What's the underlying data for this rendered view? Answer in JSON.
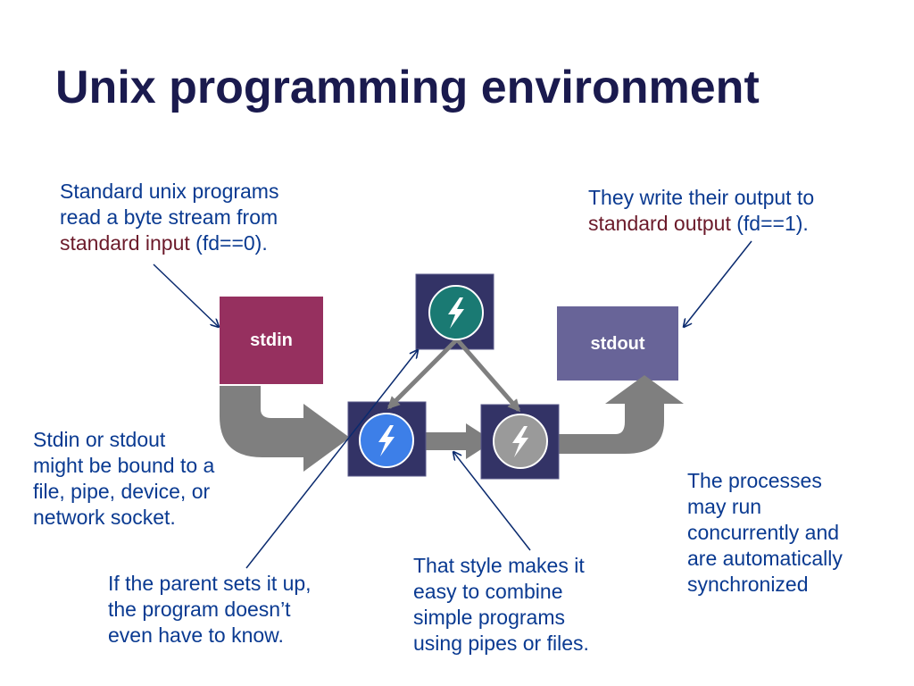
{
  "title": "Unix programming environment",
  "notes": {
    "stdin_note": {
      "line1": "Standard unix programs",
      "line2": "read a byte stream from",
      "line3_highlight": "standard input",
      "line3_rest": " (fd==0)."
    },
    "stdout_note": {
      "line1": "They write their output to",
      "line2_highlight": "standard output",
      "line2_rest": " (fd==1)."
    },
    "binding_note": {
      "lines": [
        "Stdin or stdout",
        "might be bound to a",
        "file, pipe, device, or",
        "network socket."
      ]
    },
    "parent_note": {
      "lines": [
        "If the parent sets it up,",
        "the program doesn’t",
        "even have to know."
      ]
    },
    "style_note": {
      "lines": [
        "That style makes it",
        "easy to combine",
        "simple programs",
        "using pipes or files."
      ]
    },
    "concurrency_note": {
      "lines": [
        "The processes",
        "may run",
        "concurrently and",
        "are automatically",
        "synchronized"
      ]
    }
  },
  "boxes": {
    "stdin": {
      "label": "stdin",
      "color": "#96305f"
    },
    "stdout": {
      "label": "stdout",
      "color": "#686498"
    }
  },
  "processes": [
    {
      "name": "top-process",
      "fill": "#1a7a73"
    },
    {
      "name": "left-process",
      "fill": "#3d7fe8"
    },
    {
      "name": "right-process",
      "fill": "#9a9a9a"
    }
  ],
  "colors": {
    "title": "#1a1a4e",
    "text": "#0a3a91",
    "highlight": "#6b1a2a",
    "process_frame": "#333366",
    "arrow_gray": "#7f7f7f",
    "pointer_line": "#0a2a6e"
  },
  "icons": {
    "process": "lightning-bolt-icon"
  }
}
